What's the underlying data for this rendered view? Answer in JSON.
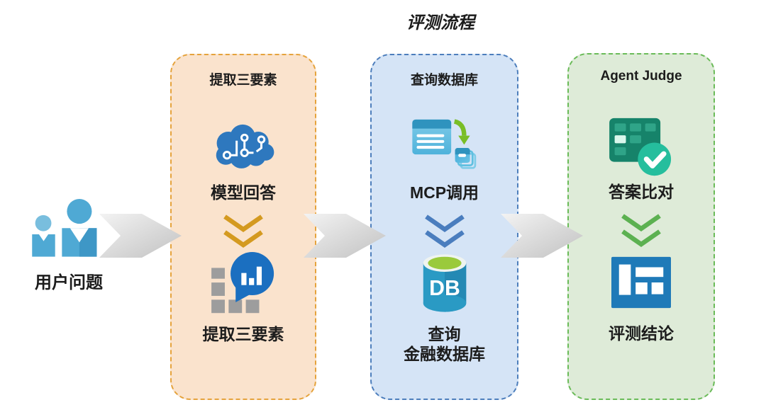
{
  "title": "评测流程",
  "source": {
    "icon": "users-icon",
    "label": "用户问题"
  },
  "stages": [
    {
      "header": "提取三要素",
      "panel_fill": "#FAE3CD",
      "panel_border": "#E5A33C",
      "chevron_color": "#D49A20",
      "steps": [
        {
          "icon": "brain-circuit-icon",
          "label": "模型回答"
        },
        {
          "icon": "chart-bubble-icon",
          "label": "提取三要素"
        }
      ]
    },
    {
      "header": "查询数据库",
      "panel_fill": "#D5E4F6",
      "panel_border": "#4D7EBC",
      "chevron_color": "#4A7DBE",
      "steps": [
        {
          "icon": "mcp-call-icon",
          "label": "MCP调用"
        },
        {
          "icon": "database-icon",
          "icon_text": "DB",
          "label": "查询\n金融数据库"
        }
      ]
    },
    {
      "header": "Agent Judge",
      "panel_fill": "#DEEBD8",
      "panel_border": "#6ABB58",
      "chevron_color": "#5CB151",
      "steps": [
        {
          "icon": "table-check-icon",
          "label": "答案比对"
        },
        {
          "icon": "dashboard-icon",
          "label": "评测结论"
        }
      ]
    }
  ],
  "connectors": {
    "gradient_start": "#F3F3F3",
    "gradient_end": "#C2C2C2"
  }
}
